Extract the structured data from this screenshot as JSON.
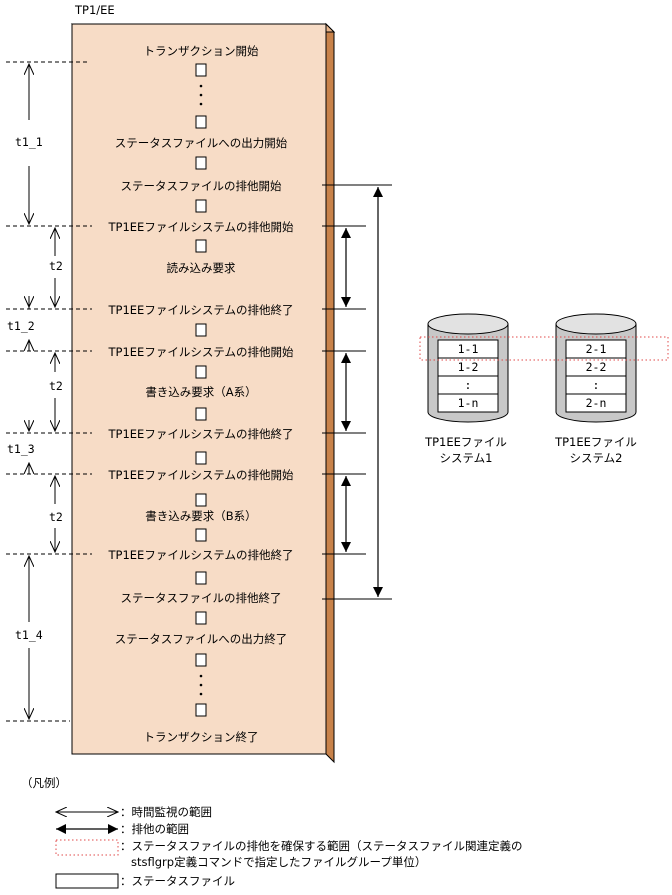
{
  "panel_title": "TP1/EE",
  "steps": {
    "s1": "トランザクション開始",
    "s2": "ステータスファイルへの出力開始",
    "s3": "ステータスファイルの排他開始",
    "s4": "TP1EEファイルシステムの排他開始",
    "s5": "読み込み要求",
    "s6": "TP1EEファイルシステムの排他終了",
    "s7": "TP1EEファイルシステムの排他開始",
    "s8": "書き込み要求（A系）",
    "s9": "TP1EEファイルシステムの排他終了",
    "s10": "TP1EEファイルシステムの排他開始",
    "s11": "書き込み要求（B系）",
    "s12": "TP1EEファイルシステムの排他終了",
    "s13": "ステータスファイルの排他終了",
    "s14": "ステータスファイルへの出力終了",
    "s15": "トランザクション終了"
  },
  "time_labels": {
    "t1_1": "t1_1",
    "t2a": "t2",
    "t1_2": "t1_2",
    "t2b": "t2",
    "t1_3": "t1_3",
    "t2c": "t2",
    "t1_4": "t1_4"
  },
  "fs1": {
    "rows": [
      "1-1",
      "1-2",
      ":",
      "1-n"
    ],
    "label_line1": "TP1EEファイル",
    "label_line2": "システム1"
  },
  "fs2": {
    "rows": [
      "2-1",
      "2-2",
      ":",
      "2-n"
    ],
    "label_line1": "TP1EEファイル",
    "label_line2": "システム2"
  },
  "legend": {
    "title": "（凡例）",
    "time_range": "：時間監視の範囲",
    "excl_range": "：排他の範囲",
    "status_excl_line1": "：ステータスファイルの排他を確保する範囲（ステータスファイル関連定義の",
    "status_excl_line2": "stsflgrp定義コマンドで指定したファイルグループ単位）",
    "status_file": "：ステータスファイル"
  },
  "colors": {
    "panel_face": "#f7dcc6",
    "panel_side": "#c8824a",
    "cyl_body": "#c8c8c8",
    "dotted_red": "#e04848"
  }
}
